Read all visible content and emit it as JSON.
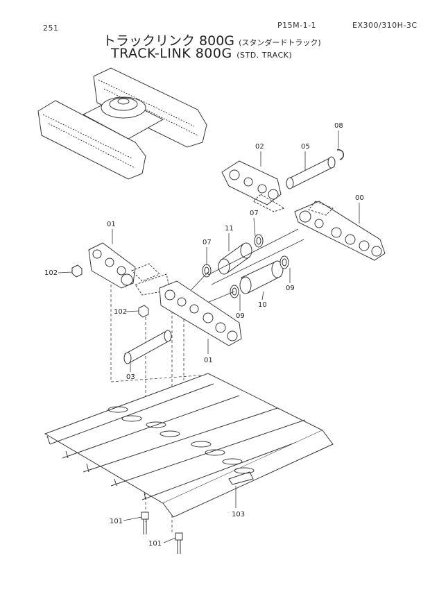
{
  "header": {
    "page_number": "251",
    "section_code": "P15M-1-1",
    "model": "EX300/310H-3C"
  },
  "title": {
    "japanese": "トラックリンク 800G",
    "japanese_sub": "(スタンダードトラック)",
    "english": "TRACK-LINK 800G",
    "english_sub": "(STD. TRACK)"
  },
  "callouts": [
    {
      "id": "c08",
      "label": "08"
    },
    {
      "id": "c02",
      "label": "02"
    },
    {
      "id": "c05",
      "label": "05"
    },
    {
      "id": "c00",
      "label": "00"
    },
    {
      "id": "c07a",
      "label": "07"
    },
    {
      "id": "c11",
      "label": "11"
    },
    {
      "id": "c07b",
      "label": "07"
    },
    {
      "id": "c01a",
      "label": "01"
    },
    {
      "id": "c102a",
      "label": "102"
    },
    {
      "id": "c102b",
      "label": "102"
    },
    {
      "id": "c09a",
      "label": "09"
    },
    {
      "id": "c10",
      "label": "10"
    },
    {
      "id": "c09b",
      "label": "09"
    },
    {
      "id": "c01b",
      "label": "01"
    },
    {
      "id": "c03",
      "label": "03"
    },
    {
      "id": "c103",
      "label": "103"
    },
    {
      "id": "c101a",
      "label": "101"
    },
    {
      "id": "c101b",
      "label": "101"
    }
  ]
}
